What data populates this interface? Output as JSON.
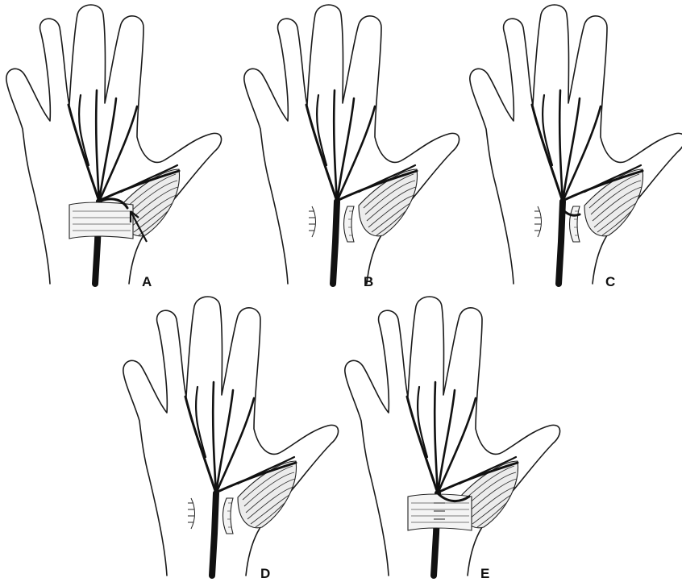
{
  "panels": [
    {
      "label": "A",
      "state": "ligament-intact"
    },
    {
      "label": "B",
      "state": "ligament-divided"
    },
    {
      "label": "C",
      "state": "ligament-divided"
    },
    {
      "label": "D",
      "state": "ligament-divided"
    },
    {
      "label": "E",
      "state": "ligament-intact"
    }
  ]
}
